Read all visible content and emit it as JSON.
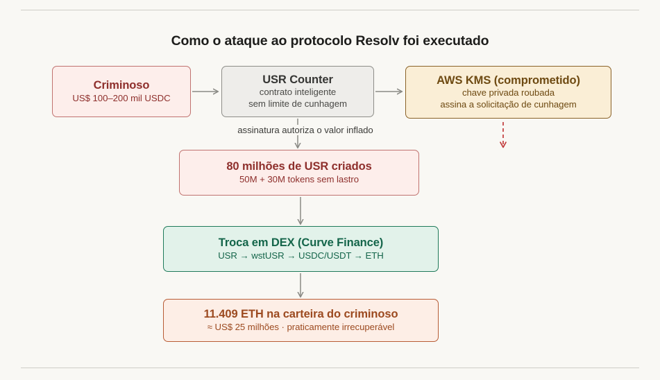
{
  "page": {
    "background": "#f9f8f4",
    "title": "Como o ataque ao protocolo Resolv foi executado"
  },
  "nodes": {
    "criminoso": {
      "title": "Criminoso",
      "subtitle": "US$ 100–200 mil USDC",
      "accent": "#c0726f"
    },
    "usr_counter": {
      "title": "USR Counter",
      "subtitle_1": "contrato inteligente",
      "subtitle_2": "sem limite de cunhagem",
      "accent": "#8d8d88"
    },
    "aws_kms": {
      "title": "AWS KMS (comprometido)",
      "subtitle_1": "chave privada roubada",
      "subtitle_2": "assina a solicitação de cunhagem",
      "accent": "#8a6228"
    },
    "usr_minted": {
      "title": "80 milhões de USR criados",
      "subtitle": "50M + 30M tokens sem lastro",
      "accent": "#c0726f"
    },
    "dex_swap": {
      "title": "Troca em DEX (Curve Finance)",
      "subtitle": "USR → wstUSR → USDC/USDT → ETH",
      "accent": "#1f7a5a"
    },
    "eth_wallet": {
      "title": "11.409 ETH na carteira do criminoso",
      "subtitle": "≈ US$ 25 milhões · praticamente irrecuperável",
      "accent": "#b85c35"
    }
  },
  "edges": {
    "signature_label": "assinatura autoriza o valor inflado",
    "arrow_color": "#8a8a85",
    "dashed_arrow_color": "#c23c3c"
  }
}
